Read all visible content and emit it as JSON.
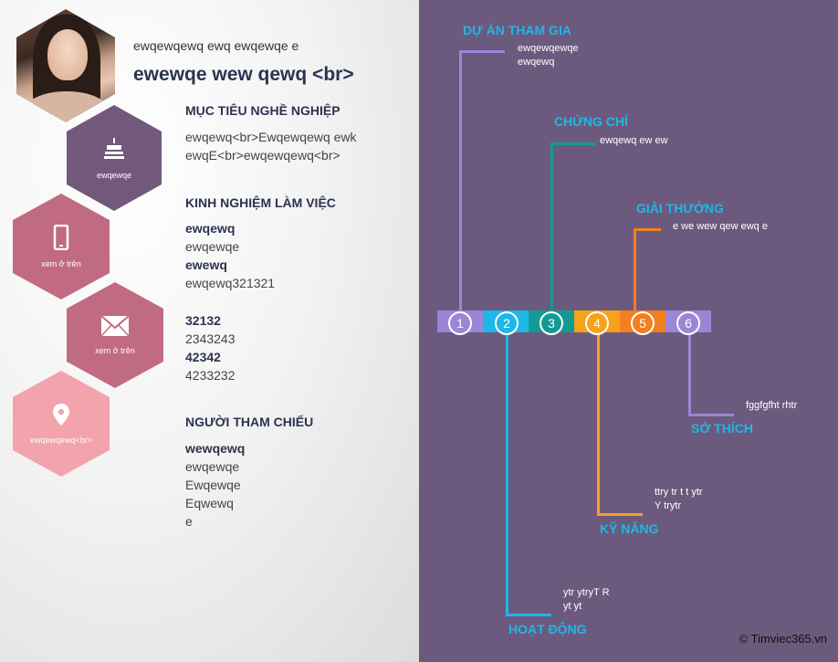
{
  "profile": {
    "subtitle": "ewqewqewq ewq ewqewqe e",
    "name": "ewewqe wew qewq <br>"
  },
  "hex_labels": {
    "birthday": "ewqewqe",
    "phone": "xem ở trên",
    "email": "xem ở trên",
    "address": "ewqewqewq<br>"
  },
  "sections": {
    "objective": {
      "title": "MỤC TIÊU NGHỀ NGHIỆP",
      "lines": [
        "ewqewq<br>Ewqewqewq ewk",
        "ewqE<br>ewqewqewq<br>"
      ]
    },
    "experience": {
      "title": "KINH NGHIỆM LÀM VIỆC",
      "entries": [
        {
          "bold": "ewqewq",
          "text": "ewqewqe"
        },
        {
          "bold": "ewewq",
          "text": "ewqewq321321"
        },
        {
          "bold": "32132",
          "text": "2343243"
        },
        {
          "bold": "42342",
          "text": "4233232"
        }
      ]
    },
    "references": {
      "title": "NGƯỜI THAM CHIẾU",
      "bold": "wewqewq",
      "lines": [
        "ewqewqe",
        "Ewqewqe",
        "Eqwewq",
        "e"
      ]
    }
  },
  "timeline": {
    "numbers": [
      "1",
      "2",
      "3",
      "4",
      "5",
      "6"
    ],
    "items": [
      {
        "title": "DỰ ÁN THAM GIA",
        "lines": [
          "ewqewqewqe",
          "ewqewq"
        ]
      },
      {
        "title": "HOẠT ĐỘNG",
        "lines": [
          "ytr ytryT R",
          "yt yt"
        ]
      },
      {
        "title": "CHỨNG CHỈ",
        "lines": [
          "ewqewq ew ew"
        ]
      },
      {
        "title": "KỸ NĂNG",
        "lines": [
          "ttry tr t t ytr",
          "Y trytr"
        ]
      },
      {
        "title": "GIẢI THƯỞNG",
        "lines": [
          "e we wew qew ewq e"
        ]
      },
      {
        "title": "SỞ THÍCH",
        "lines": [
          "fggfgfht rhtr"
        ]
      }
    ]
  },
  "footer": {
    "copyright": "© Timviec365.vn"
  },
  "colors": {
    "navy": "#2c3350",
    "right_bg": "#6c5a7e",
    "purple_hex": "#72597c",
    "pink_hex": "#c06b82",
    "light_pink_hex": "#f2a3ac",
    "c1": "#9b86d6",
    "c2": "#1db8e8",
    "c3": "#139a94",
    "c4": "#f7a21b",
    "c5": "#f47f20",
    "c6": "#9b86d6"
  }
}
